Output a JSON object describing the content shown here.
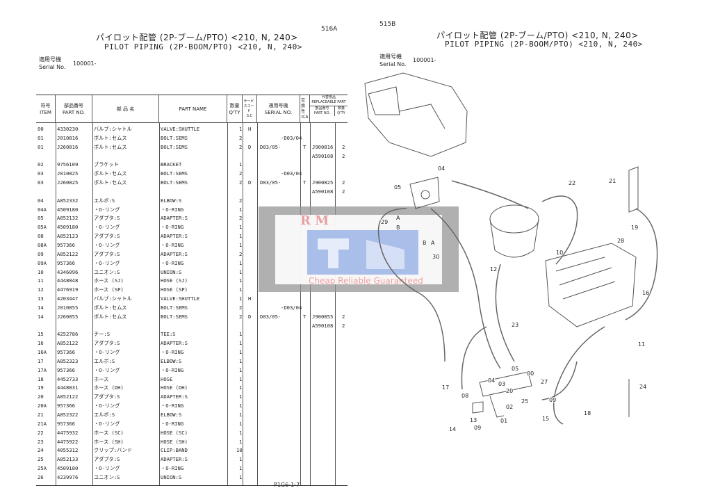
{
  "left_page": {
    "page_code": "516A",
    "title_jp": "パイロット配管 (2P-ブーム/PTO) <210, N, 240>",
    "title_en": "PILOT PIPING (2P-BOOM/PTO) <210, N, 240>",
    "serial_label_jp": "適用号機",
    "serial_label_en": "Serial No.",
    "serial_value": "100001-",
    "footer": "P1G6-1-7",
    "headers": {
      "item_jp": "符号",
      "item_en": "ITEM",
      "part_no_jp": "部品番号",
      "part_no_en": "PART NO.",
      "name_jp": "部 品 名",
      "name_en": "PART NAME",
      "qty_jp": "数量",
      "qty_en": "Q'TY",
      "sc_jp": "サービスコード",
      "sc_en": "S.C",
      "serial_jp": "適用号機",
      "serial_en": "SERIAL NO.",
      "ica_jp": "互換性",
      "ica_en": "ICA",
      "repl_jp": "代替部品",
      "repl_en": "REPLACEABLE PART",
      "repl_part_jp": "部品番号",
      "repl_part_en": "PART NO.",
      "repl_qty_jp": "数量",
      "repl_qty_en": "Q'TY"
    },
    "rows": [
      [
        "00",
        "4330230",
        "バルブ:シャトル",
        "VALVE:SHUTTLE",
        "1",
        "H",
        "",
        "",
        "",
        ""
      ],
      [
        "01",
        "J010816",
        "ボルト:セムス",
        "BOLT:SEMS",
        "2",
        "",
        "-D03/04",
        "",
        "",
        ""
      ],
      [
        "01",
        "J260816",
        "ボルト:セムス",
        "BOLT:SEMS",
        "2",
        "D",
        "D03/05-",
        "T",
        "J900816",
        "2"
      ],
      [
        "",
        "",
        "",
        "",
        "",
        "",
        "",
        "",
        "A590108",
        "2"
      ],
      [
        "02",
        "9756109",
        "ブラケット",
        "BRACKET",
        "1",
        "",
        "",
        "",
        "",
        ""
      ],
      [
        "03",
        "J010825",
        "ボルト:セムス",
        "BOLT:SEMS",
        "2",
        "",
        "-D03/04",
        "",
        "",
        ""
      ],
      [
        "03",
        "J260825",
        "ボルト:セムス",
        "BOLT:SEMS",
        "2",
        "D",
        "D03/05-",
        "T",
        "J900825",
        "2"
      ],
      [
        "",
        "",
        "",
        "",
        "",
        "",
        "",
        "",
        "A590108",
        "2"
      ],
      [
        "04",
        "A852332",
        "エルボ:S",
        "ELBOW:S",
        "2",
        "",
        "",
        "",
        "",
        ""
      ],
      [
        "04A",
        "4509180",
        "・O-リング",
        "・O-RING",
        "1",
        "",
        "",
        "",
        "",
        ""
      ],
      [
        "05",
        "A852132",
        "アダプタ:S",
        "ADAPTER:S",
        "2",
        "",
        "",
        "",
        "",
        ""
      ],
      [
        "05A",
        "4509180",
        "・O-リング",
        "・O-RING",
        "1",
        "",
        "",
        "",
        "",
        ""
      ],
      [
        "08",
        "A852123",
        "アダプタ:S",
        "ADAPTER:S",
        "1",
        "",
        "",
        "",
        "",
        ""
      ],
      [
        "08A",
        "957366",
        "・O-リング",
        "・O-RING",
        "1",
        "",
        "",
        "",
        "",
        ""
      ],
      [
        "09",
        "A852122",
        "アダプタ:S",
        "ADAPTER:S",
        "2",
        "",
        "",
        "",
        "",
        ""
      ],
      [
        "09A",
        "957366",
        "・O-リング",
        "・O-RING",
        "1",
        "",
        "",
        "",
        "",
        ""
      ],
      [
        "10",
        "4346096",
        "ユニオン:S",
        "UNION:S",
        "1",
        "",
        "",
        "",
        "",
        ""
      ],
      [
        "11",
        "4448848",
        "ホース (SJ)",
        "HOSE (SJ)",
        "1",
        "",
        "",
        "",
        "",
        ""
      ],
      [
        "12",
        "4476919",
        "ホース (SP)",
        "HOSE (SP)",
        "1",
        "",
        "",
        "",
        "",
        ""
      ],
      [
        "13",
        "4203447",
        "バルブ:シャトル",
        "VALVE:SHUTTLE",
        "1",
        "H",
        "",
        "",
        "",
        ""
      ],
      [
        "14",
        "J010855",
        "ボルト:セムス",
        "BOLT:SEMS",
        "2",
        "",
        "-D03/04",
        "",
        "",
        ""
      ],
      [
        "14",
        "J260855",
        "ボルト:セムス",
        "BOLT:SEMS",
        "2",
        "D",
        "D03/05-",
        "T",
        "J900855",
        "2"
      ],
      [
        "",
        "",
        "",
        "",
        "",
        "",
        "",
        "",
        "A590108",
        "2"
      ],
      [
        "15",
        "4252786",
        "チー:S",
        "TEE:S",
        "1",
        "",
        "",
        "",
        "",
        ""
      ],
      [
        "16",
        "A852122",
        "アダプタ:S",
        "ADAPTER:S",
        "1",
        "",
        "",
        "",
        "",
        ""
      ],
      [
        "16A",
        "957366",
        "・O-リング",
        "・O-RING",
        "1",
        "",
        "",
        "",
        "",
        ""
      ],
      [
        "17",
        "A852323",
        "エルボ:S",
        "ELBOW:S",
        "1",
        "",
        "",
        "",
        "",
        ""
      ],
      [
        "17A",
        "957366",
        "・O-リング",
        "・O-RING",
        "1",
        "",
        "",
        "",
        "",
        ""
      ],
      [
        "18",
        "4452733",
        "ホース",
        "HOSE",
        "1",
        "",
        "",
        "",
        "",
        ""
      ],
      [
        "19",
        "4448831",
        "ホース (DH)",
        "HOSE (DH)",
        "1",
        "",
        "",
        "",
        "",
        ""
      ],
      [
        "20",
        "A852122",
        "アダプタ:S",
        "ADAPTER:S",
        "1",
        "",
        "",
        "",
        "",
        ""
      ],
      [
        "20A",
        "957366",
        "・O-リング",
        "・O-RING",
        "1",
        "",
        "",
        "",
        "",
        ""
      ],
      [
        "21",
        "A852322",
        "エルボ:S",
        "ELBOW:S",
        "1",
        "",
        "",
        "",
        "",
        ""
      ],
      [
        "21A",
        "957366",
        "・O-リング",
        "・O-RING",
        "1",
        "",
        "",
        "",
        "",
        ""
      ],
      [
        "22",
        "4475932",
        "ホース (SC)",
        "HOSE (SC)",
        "1",
        "",
        "",
        "",
        "",
        ""
      ],
      [
        "23",
        "4475922",
        "ホース (SH)",
        "HOSE (SH)",
        "1",
        "",
        "",
        "",
        "",
        ""
      ],
      [
        "24",
        "4055312",
        "クリップ:バンド",
        "CLIP:BAND",
        "10",
        "",
        "",
        "",
        "",
        ""
      ],
      [
        "25",
        "A852133",
        "アダプタ:S",
        "ADAPTER:S",
        "1",
        "",
        "",
        "",
        "",
        ""
      ],
      [
        "25A",
        "4509180",
        "・O-リング",
        "・O-RING",
        "1",
        "",
        "",
        "",
        "",
        ""
      ],
      [
        "26",
        "4239976",
        "ユニオン:S",
        "UNION:S",
        "1",
        "",
        "",
        "",
        "",
        ""
      ]
    ]
  },
  "right_page": {
    "page_code": "515B",
    "title_jp": "パイロット配管 (2P-ブーム/PTO) <210, N, 240>",
    "title_en": "PILOT PIPING (2P-BOOM/PTO) <210, N, 240>",
    "serial_label_jp": "適用号機",
    "serial_label_en": "Serial No.",
    "serial_value": "100001-",
    "callouts": [
      "04",
      "05",
      "29",
      "A",
      "B",
      "B",
      "A",
      "30",
      "22",
      "21",
      "19",
      "28",
      "10",
      "12",
      "16",
      "23",
      "11",
      "05",
      "00",
      "03",
      "04",
      "27",
      "17",
      "08",
      "20",
      "02",
      "25",
      "09",
      "15",
      "18",
      "24",
      "14",
      "13",
      "09",
      "01"
    ]
  },
  "watermark": {
    "brand": "R M",
    "slogan": "Cheap Reliable Guaranteed",
    "accent": "#6b8fe0",
    "slogan_color": "#f0a0a0"
  }
}
